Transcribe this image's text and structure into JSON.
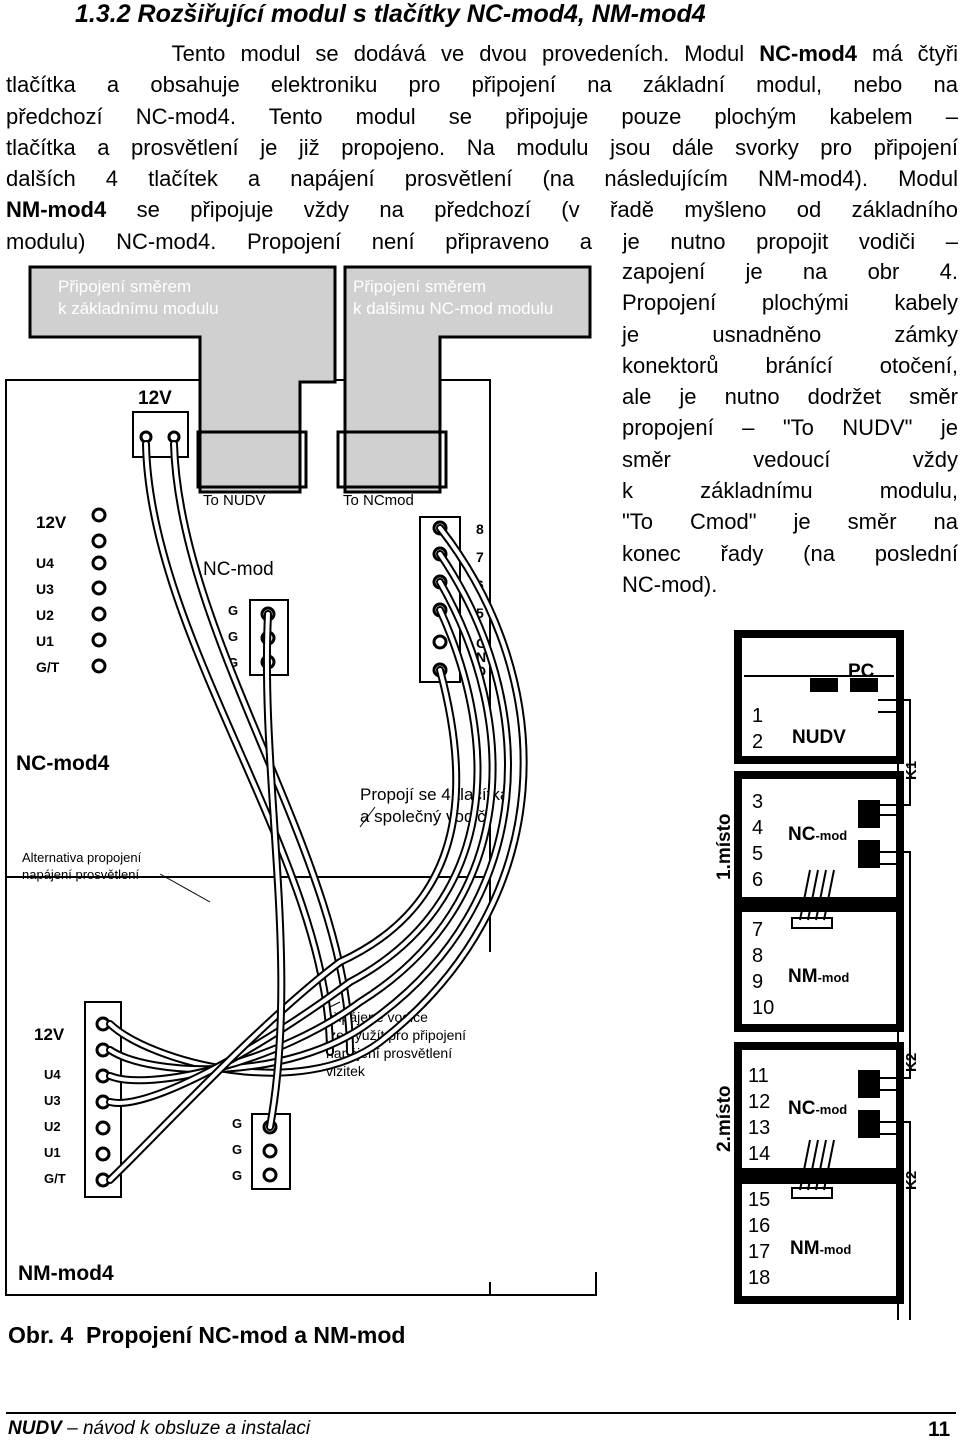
{
  "heading": "1.3.2 Rozšiřující modul s tlačítky NC-mod4, NM-mod4",
  "paragraph_lines": [
    [
      "           Tento modul se dodává ve dvou provedeních. Modul ",
      "NC-mod4",
      " má čtyři"
    ],
    [
      "tlačítka a obsahuje elektroniku pro připojení na základní modul, nebo na"
    ],
    [
      "předchozí NC-mod4. Tento modul se připojuje pouze plochým kabelem –"
    ],
    [
      "tlačítka a prosvětlení je již propojeno. Na modulu jsou dále svorky pro připojení"
    ],
    [
      "dalších 4 tlačítek a napájení prosvětlení (na následujícím NM-mod4). Modul"
    ],
    [
      "",
      "NM-mod4",
      " se připojuje vždy na předchozí (v řadě myšleno od základního"
    ],
    [
      "modulu) NC-mod4. Propojení není připraveno a je nutno propojit vodiči –"
    ]
  ],
  "side_lines": [
    "zapojení je na obr 4.",
    "Propojení plochými kabely",
    "je usnadněno zámky",
    "konektorů bránící otočení,",
    "ale je nutno dodržet směr",
    "propojení – \"To NUDV\" je",
    "směr vedoucí vždy",
    "k základnímu modulu,",
    "\"To Cmod\" je směr na",
    "konec řady (na poslední",
    "NC-mod)."
  ],
  "diagram": {
    "label_left_cable": [
      "Připojení směrem",
      "k základnímu modulu"
    ],
    "label_right_cable": [
      "Připojení směrem",
      "k dalšimu NC-mod modulu"
    ],
    "pwr_12v": "12V",
    "to_nudv": "To NUDV",
    "to_ncmod": "To NCmod",
    "ncmod_label": "NC-mod",
    "g": "G",
    "left_term_labels": [
      "12V",
      "U4",
      "U3",
      "U2",
      "U1",
      "G/T"
    ],
    "right_term_labels": [
      "8",
      "7",
      "6",
      "5"
    ],
    "gnd_letters": [
      "G",
      "N",
      "D"
    ],
    "ncmod4": "NC-mod4",
    "nmmod4": "NM-mod4",
    "propoj": [
      "Propojí se 4 tlačítka",
      "a společný vodič"
    ],
    "alternativa": [
      "Alternativa propojení",
      "napájení prosvětlení"
    ],
    "pripajene": [
      "připájené vodiče",
      "lze využít pro připojení",
      "napájení prosvětlení",
      "vizitek"
    ]
  },
  "right_diagram": {
    "pc": "PC",
    "nudv": "NUDV",
    "nc": "NC",
    "mod": "-mod",
    "nm": "NM",
    "k1": "K1",
    "k2": "K2",
    "misto1": "1.místo",
    "misto2": "2.místo",
    "n": [
      "1",
      "2",
      "3",
      "4",
      "5",
      "6",
      "7",
      "8",
      "9",
      "10",
      "11",
      "12",
      "13",
      "14",
      "15",
      "16",
      "17",
      "18"
    ]
  },
  "caption_prefix": "Obr. 4",
  "caption_text": "Propojení NC-mod a NM-mod",
  "footer_brand": "NUDV",
  "footer_text": " – návod k obsluze a instalaci",
  "page_number": "11"
}
